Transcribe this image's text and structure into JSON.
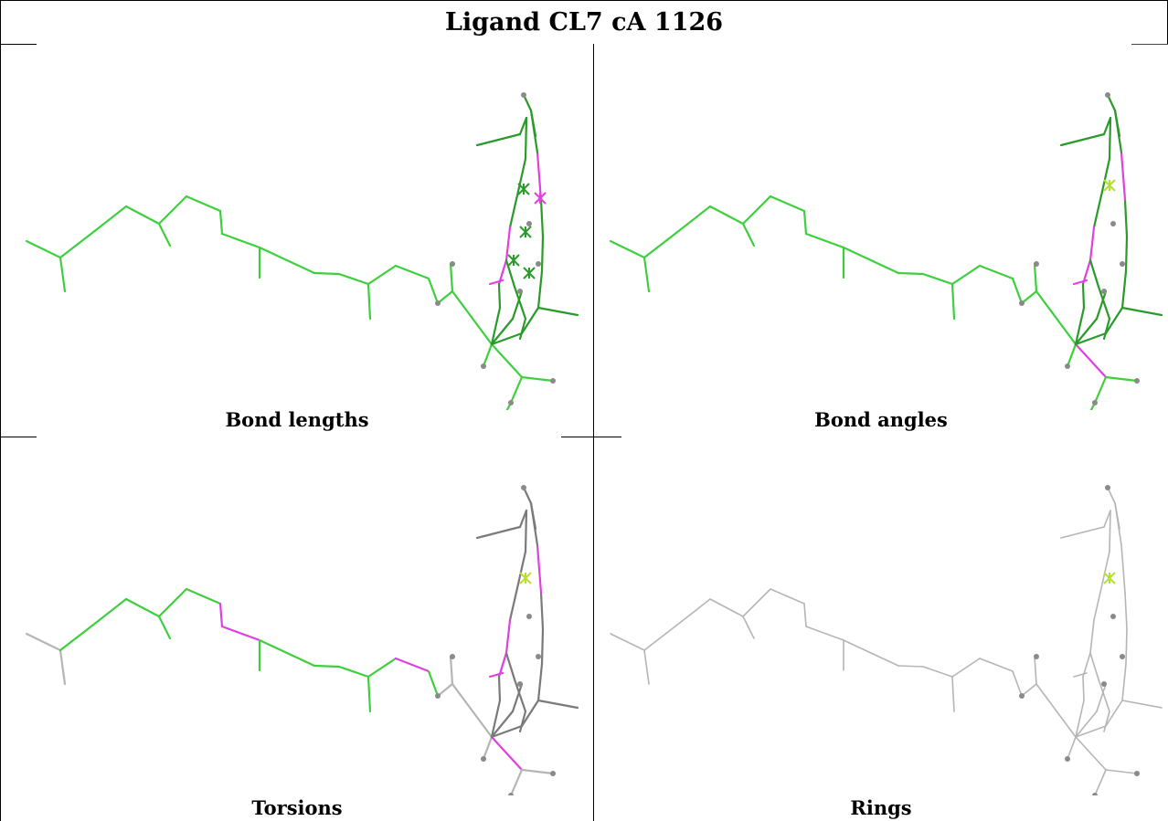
{
  "title": "Ligand CL7 cA 1126",
  "panels": [
    {
      "caption": "Bond lengths",
      "mode": "lengths"
    },
    {
      "caption": "Bond angles",
      "mode": "angles"
    },
    {
      "caption": "Torsions",
      "mode": "torsions"
    },
    {
      "caption": "Rings",
      "mode": "rings"
    }
  ],
  "colors": {
    "green": "#3ecf3e",
    "dark_green": "#2a9a2a",
    "magenta": "#e040e0",
    "gray": "#b5b5b5",
    "dark_gray": "#7a7a7a",
    "atom": "#8a8a8a",
    "ring_marker": "#b6e02e"
  }
}
